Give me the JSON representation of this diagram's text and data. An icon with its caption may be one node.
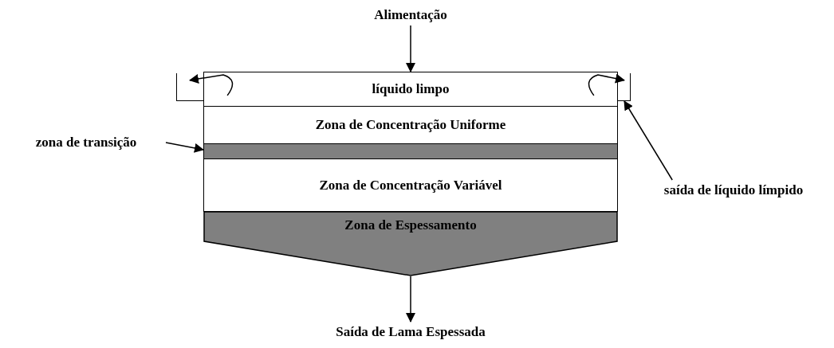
{
  "diagram": {
    "nodes": [
      {
        "text": [
          "Alimentação"
        ]
      },
      {
        "text": [
          "líquido limpo"
        ]
      },
      {
        "text": [
          "Zona de Concentração Uniforme"
        ]
      },
      {
        "text": [
          "zona de transição"
        ]
      },
      {
        "text": [],
        "shape": "bar"
      },
      {
        "text": [
          "Zona de Concentração Variável"
        ]
      },
      {
        "text": [
          "Zona de Espessamento"
        ]
      },
      {
        "text": [
          "saída de líquido límpido"
        ]
      },
      {
        "text": [
          "Saída de Lama Espessada"
        ]
      },
      {
        "text": [],
        "shape": "box"
      },
      {
        "text": [],
        "shape": "box"
      }
    ],
    "edges": [
      {
        "from": 0,
        "to": 1,
        "arrow": "to"
      },
      {
        "from": 3,
        "to": 4,
        "arrow": "to"
      },
      {
        "from": 7,
        "to": 10,
        "arrow": "to"
      },
      {
        "from": 6,
        "to": 8,
        "arrow": "to"
      },
      {
        "from": 1,
        "to": 9,
        "arrow": "to"
      },
      {
        "from": 1,
        "to": 10,
        "arrow": "to"
      }
    ]
  }
}
